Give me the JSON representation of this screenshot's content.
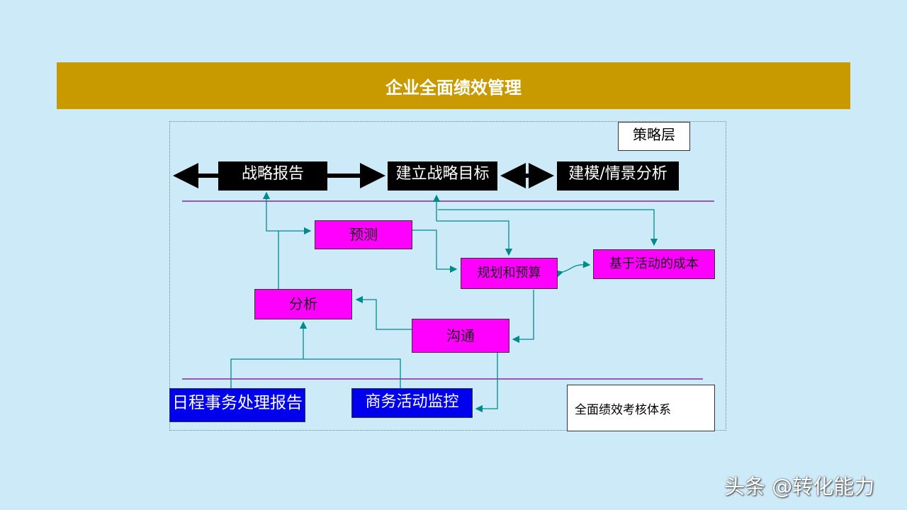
{
  "header": {
    "title": "企业全面绩效管理"
  },
  "diagram": {
    "layer_label": "策略层",
    "top_row": {
      "strategy_report": "战略报告",
      "strategic_goals": "建立战略目标",
      "modeling": "建模/情景分析"
    },
    "middle": {
      "forecast": "预测",
      "planning_budget": "规划和预算",
      "activity_cost": "基于活动的成本",
      "analysis": "分析",
      "communication": "沟通"
    },
    "bottom": {
      "daily_report": "日程事务处理报告",
      "business_monitor": "商务活动监控",
      "system_label": "全面绩效考核体系"
    },
    "colors": {
      "background": "#cdeaf9",
      "title_bar": "#c99a00",
      "black_box": "#000000",
      "magenta_box": "#ff00ff",
      "blue_box": "#0000ee",
      "connector": "#008b8b",
      "divider": "#800080"
    }
  },
  "watermark": {
    "text": "头条 @转化能力"
  }
}
